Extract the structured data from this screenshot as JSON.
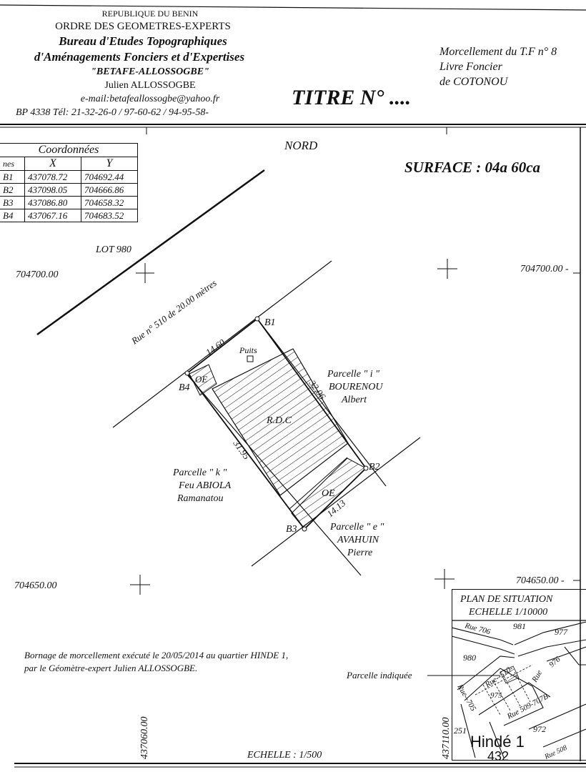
{
  "header": {
    "country": "REPUBLIQUE DU BENIN",
    "order": "ORDRE DES GEOMETRES-EXPERTS",
    "bureau_line1": "Bureau d'Etudes Topographiques",
    "bureau_line2": "d'Aménagements Fonciers et d'Expertises",
    "acronym": "\"BETAFE-ALLOSSOGBE\"",
    "owner": "Julien ALLOSSOGBE",
    "email": "e-mail:betafeallossogbe@yahoo.fr",
    "contact": "BP 4338 Tél: 21-32-26-0  / 97-60-62    / 94-95-58-"
  },
  "morcellement": {
    "line1": "Morcellement du T.F n°  8",
    "line2": "Livre Foncier",
    "line3": "de COTONOU"
  },
  "titre": "TITRE N° ....",
  "nord": "NORD",
  "surface": "SURFACE : 04a 60ca",
  "coordinates_table": {
    "title": "Coordonnées",
    "headers": [
      "nes",
      "X",
      "Y"
    ],
    "rows": [
      [
        "B1",
        "437078.72",
        "704692.44"
      ],
      [
        "B2",
        "437098.05",
        "704666.86"
      ],
      [
        "B3",
        "437086.80",
        "704658.32"
      ],
      [
        "B4",
        "437067.16",
        "704683.52"
      ]
    ]
  },
  "map_labels": {
    "lot": "LOT 980",
    "road": "Rue n° 510  de  20.00  mètres",
    "grid_y_top_left": "704700.00",
    "grid_y_top_right": "704700.00 -",
    "grid_y_bottom_left": "704650.00",
    "grid_y_bottom_right": "704650.00 -",
    "grid_x_left": "437060.00",
    "grid_x_right": "437110.00",
    "puits": "Puits",
    "rdc": "R.D.C",
    "oe_top": "OE",
    "oe_bottom": "OE",
    "b1": "B1",
    "b2": "B2",
    "b3": "B3",
    "b4": "B4",
    "dim_top": "14.60",
    "dim_right": "32.06",
    "dim_left": "31.95",
    "dim_bottom": "14.13",
    "parcelle_i": [
      "Parcelle \" i \"",
      "BOURENOU",
      "Albert"
    ],
    "parcelle_k": [
      "Parcelle \" k \"",
      "Feu ABIOLA",
      "Ramanatou"
    ],
    "parcelle_e": [
      "Parcelle \" e \"",
      "AVAHUIN",
      "Pierre"
    ]
  },
  "bornage_note": [
    "Bornage de morcellement exécuté le 20/05/2014 au quartier HINDE 1,",
    "par le Géomètre-expert Julien ALLOSSOGBE."
  ],
  "parcelle_indiquee": "Parcelle indiquée",
  "situation": {
    "title": "PLAN DE SITUATION",
    "scale": "ECHELLE 1/10000",
    "labels": {
      "l981": "981",
      "l977": "977",
      "l980": "980",
      "l976": "976",
      "l975": "975",
      "l972": "972",
      "l251": "251",
      "rue706": "Rue  706",
      "rue510": "Rue--510-",
      "rue509": "Rue  509-707B",
      "rue_left": "Rue--705",
      "rue_right": "Rue",
      "rue508": "Rue 508",
      "hinde": "Hindé  1",
      "n432": "432"
    }
  },
  "echelle": "ECHELLE : 1/500"
}
